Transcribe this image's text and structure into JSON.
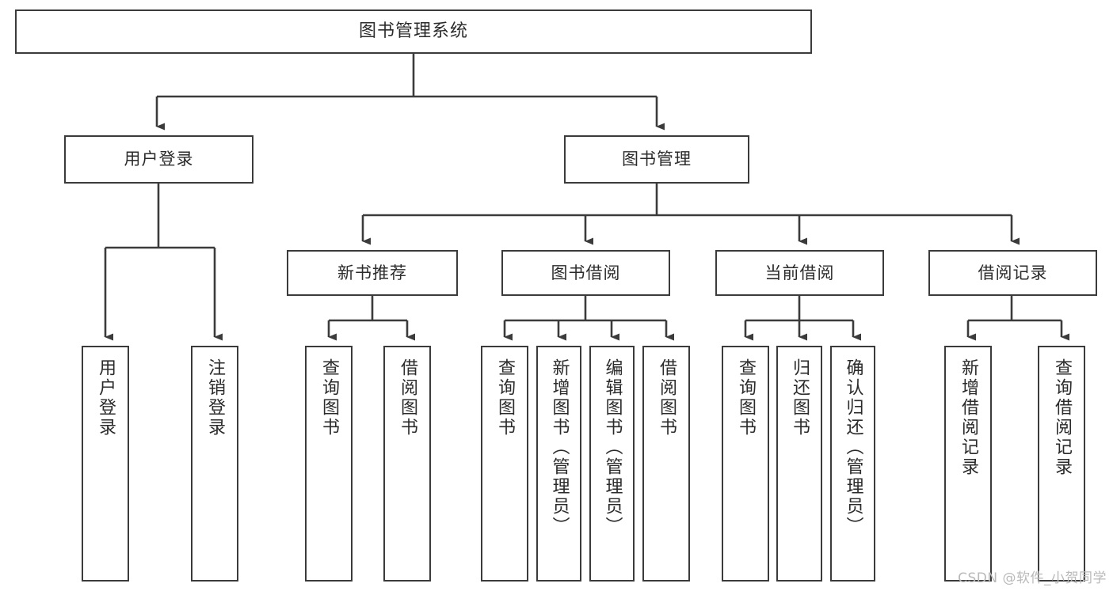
{
  "diagram": {
    "title": "图书管理系统",
    "watermark": "CSDN @软件_小贺同学",
    "line_color": "#3b3b3b",
    "box_fill": "#ffffff",
    "text_color": "#2b2b2b",
    "root": {
      "label": "图书管理系统"
    },
    "level1": [
      {
        "label": "用户登录"
      },
      {
        "label": "图书管理"
      }
    ],
    "level2": [
      {
        "label": "新书推荐"
      },
      {
        "label": "图书借阅"
      },
      {
        "label": "当前借阅"
      },
      {
        "label": "借阅记录"
      }
    ],
    "leaves": [
      {
        "label": "用户登录",
        "parent": "用户登录"
      },
      {
        "label": "注销登录",
        "parent": "用户登录"
      },
      {
        "label": "查询图书",
        "parent": "新书推荐"
      },
      {
        "label": "借阅图书",
        "parent": "新书推荐"
      },
      {
        "label": "查询图书",
        "parent": "图书借阅"
      },
      {
        "label": "新增图书（管理员）",
        "parent": "图书借阅"
      },
      {
        "label": "编辑图书（管理员）",
        "parent": "图书借阅"
      },
      {
        "label": "借阅图书",
        "parent": "图书借阅"
      },
      {
        "label": "查询图书",
        "parent": "当前借阅"
      },
      {
        "label": "归还图书",
        "parent": "当前借阅"
      },
      {
        "label": "确认归还（管理员）",
        "parent": "当前借阅"
      },
      {
        "label": "新增借阅记录",
        "parent": "借阅记录"
      },
      {
        "label": "查询借阅记录",
        "parent": "借阅记录"
      }
    ]
  }
}
